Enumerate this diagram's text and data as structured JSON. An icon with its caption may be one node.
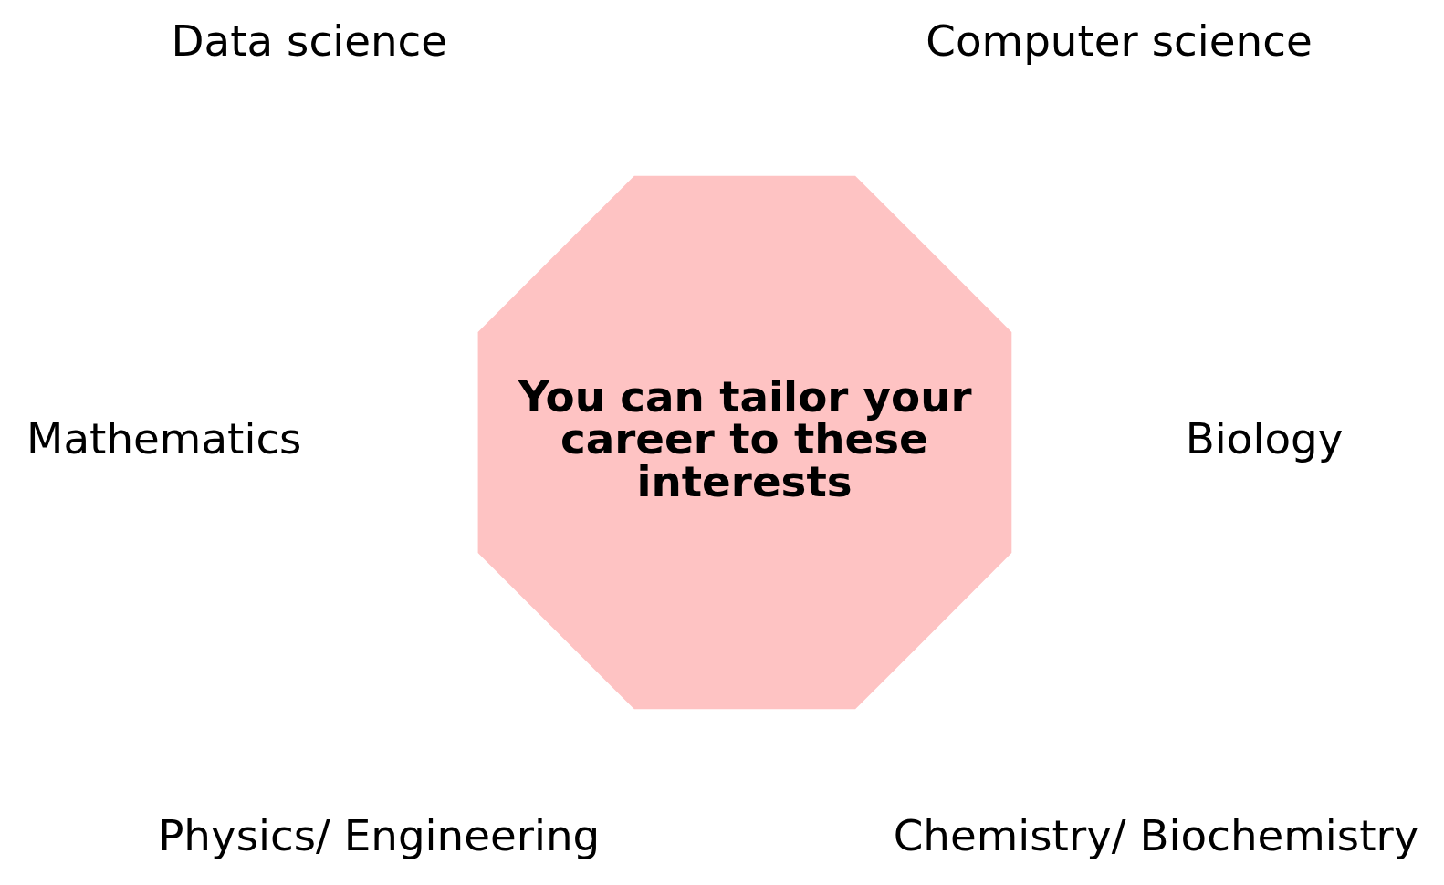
{
  "diagram": {
    "nodes": [
      {
        "text": [
          "You can tailor your career to these interests"
        ]
      }
    ],
    "edges": [],
    "labels": [
      "Data science",
      "Computer science",
      "Mathematics",
      "Biology",
      "Physics/ Engineering",
      "Chemistry/ Biochemistry"
    ]
  }
}
